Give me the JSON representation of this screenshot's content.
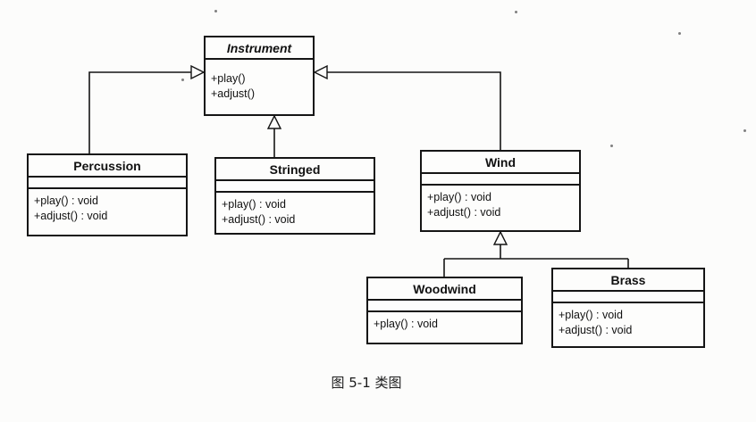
{
  "diagram": {
    "caption": "图 5-1 类图",
    "classes": [
      {
        "name": "Instrument",
        "abstract": true,
        "methods": [
          "+play()",
          "+adjust()"
        ]
      },
      {
        "name": "Percussion",
        "abstract": false,
        "methods": [
          "+play() : void",
          "+adjust() : void"
        ]
      },
      {
        "name": "Stringed",
        "abstract": false,
        "methods": [
          "+play() : void",
          "+adjust() : void"
        ]
      },
      {
        "name": "Wind",
        "abstract": false,
        "methods": [
          "+play() : void",
          "+adjust() : void"
        ]
      },
      {
        "name": "Woodwind",
        "abstract": false,
        "methods": [
          "+play() : void"
        ]
      },
      {
        "name": "Brass",
        "abstract": false,
        "methods": [
          "+play() : void",
          "+adjust() : void"
        ]
      }
    ],
    "relations": [
      {
        "from": "Percussion",
        "to": "Instrument",
        "type": "generalization"
      },
      {
        "from": "Stringed",
        "to": "Instrument",
        "type": "generalization"
      },
      {
        "from": "Wind",
        "to": "Instrument",
        "type": "generalization"
      },
      {
        "from": "Woodwind",
        "to": "Wind",
        "type": "generalization"
      },
      {
        "from": "Brass",
        "to": "Wind",
        "type": "generalization"
      }
    ]
  }
}
